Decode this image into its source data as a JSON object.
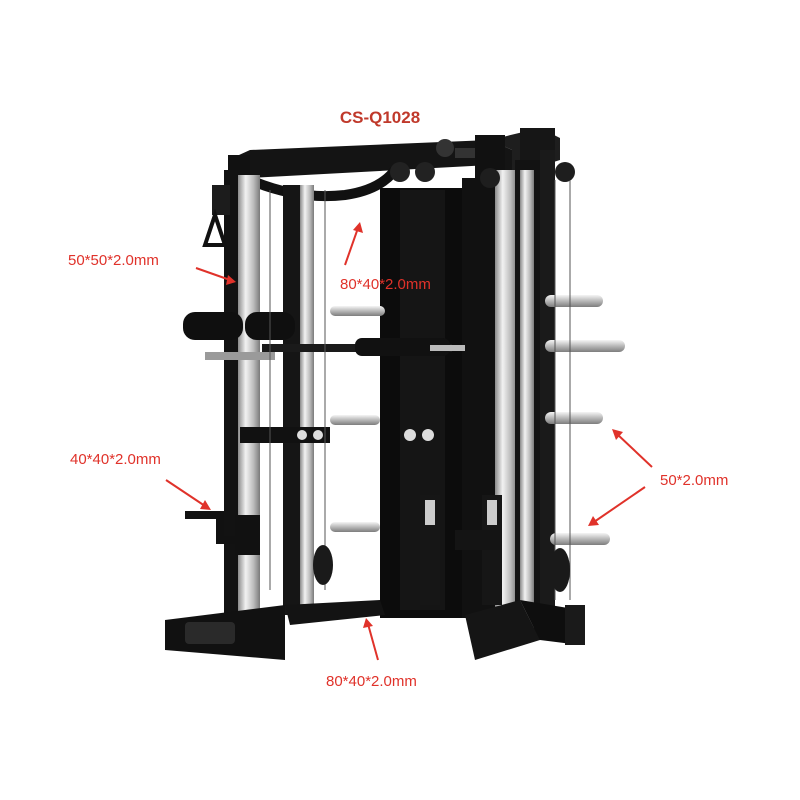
{
  "title": "CS-Q1028",
  "colors": {
    "label": "#c0392b",
    "annotation": "#e0322a",
    "dimension_text": "#e0322a",
    "frame": "#111111",
    "upright": "#cfcfcf"
  },
  "dimensions": {
    "upright_tube": "50*50*2.0mm",
    "top_beam": "80*40*2.0mm",
    "side_tube": "40*40*2.0mm",
    "weight_horn": "50*2.0mm",
    "base_beam": "80*40*2.0mm"
  }
}
